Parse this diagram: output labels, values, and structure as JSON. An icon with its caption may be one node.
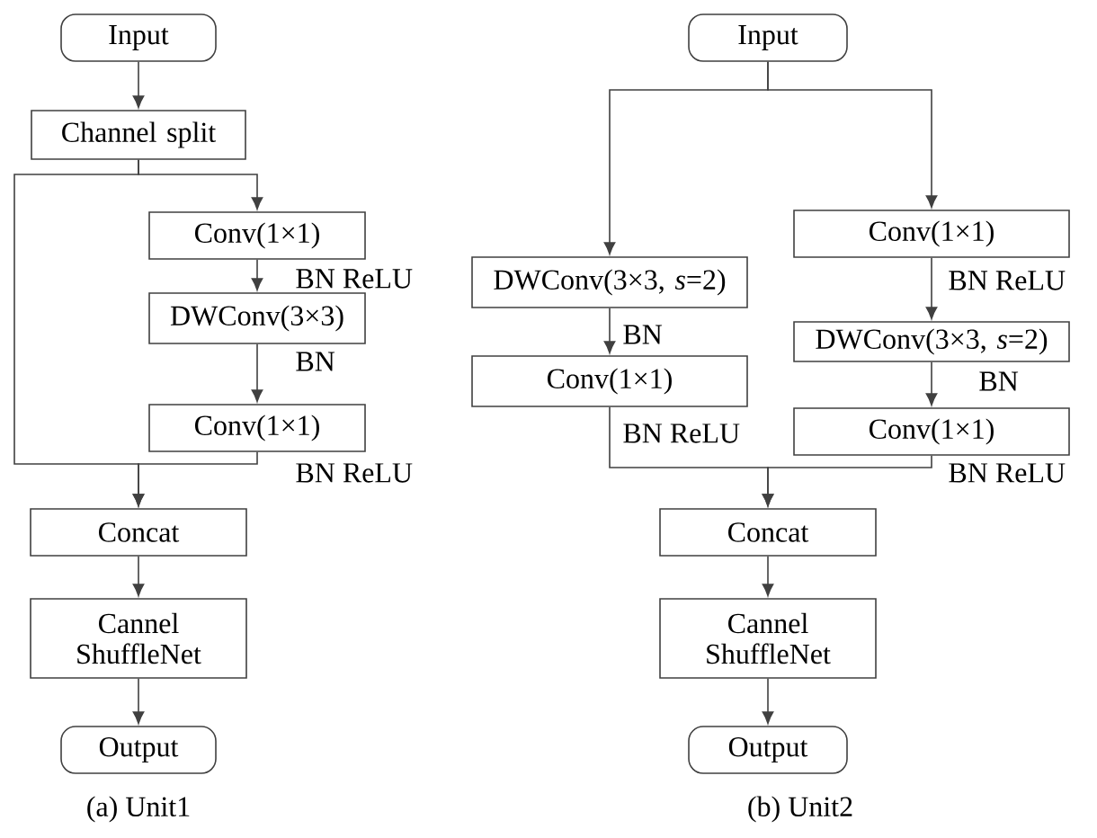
{
  "diagram": {
    "nodes": [
      {
        "text": [
          "Input"
        ]
      },
      {
        "text": [
          "Channel split"
        ]
      },
      {
        "text": [
          "Conv(1×1)"
        ]
      },
      {
        "text": [
          "DWConv(3×3)"
        ]
      },
      {
        "text": [
          "Conv(1×1)"
        ]
      },
      {
        "text": [
          "Concat"
        ]
      },
      {
        "text": [
          "Cannel ShuffleNet"
        ]
      },
      {
        "text": [
          "Output"
        ]
      },
      {
        "text": [
          "Input"
        ]
      },
      {
        "text": [
          "DWConv(3×3, *s*=2)"
        ]
      },
      {
        "text": [
          "Conv(1×1)"
        ]
      },
      {
        "text": [
          "Conv(1×1)"
        ]
      },
      {
        "text": [
          "DWConv(3×3, *s*=2)"
        ]
      },
      {
        "text": [
          "Conv(1×1)"
        ]
      },
      {
        "text": [
          "Concat"
        ]
      },
      {
        "text": [
          "Cannel ShuffleNet"
        ]
      },
      {
        "text": [
          "Output"
        ]
      }
    ],
    "edges": [
      {
        "from": 0,
        "to": 1,
        "arrow": "to"
      },
      {
        "from": 1,
        "to": 2,
        "arrow": "to"
      },
      {
        "from": 1,
        "to": 5,
        "arrow": "to"
      },
      {
        "from": 2,
        "to": 3,
        "arrow": "to",
        "label": "BN ReLU"
      },
      {
        "from": 3,
        "to": 4,
        "arrow": "to",
        "label": "BN"
      },
      {
        "from": 4,
        "to": 5,
        "arrow": "to",
        "label": "BN ReLU"
      },
      {
        "from": 5,
        "to": 6,
        "arrow": "to"
      },
      {
        "from": 6,
        "to": 7,
        "arrow": "to"
      },
      {
        "from": 8,
        "to": 9,
        "arrow": "to"
      },
      {
        "from": 8,
        "to": 11,
        "arrow": "to"
      },
      {
        "from": 9,
        "to": 10,
        "arrow": "to",
        "label": "BN"
      },
      {
        "from": 10,
        "to": 14,
        "arrow": "to",
        "label": "BN ReLU"
      },
      {
        "from": 11,
        "to": 12,
        "arrow": "to",
        "label": "BN ReLU"
      },
      {
        "from": 12,
        "to": 13,
        "arrow": "to",
        "label": "BN"
      },
      {
        "from": 13,
        "to": 14,
        "arrow": "to",
        "label": "BN ReLU"
      },
      {
        "from": 14,
        "to": 15,
        "arrow": "to"
      },
      {
        "from": 15,
        "to": 16,
        "arrow": "to"
      }
    ],
    "labels": [
      "(a) Unit1",
      "(b) Unit2"
    ]
  }
}
